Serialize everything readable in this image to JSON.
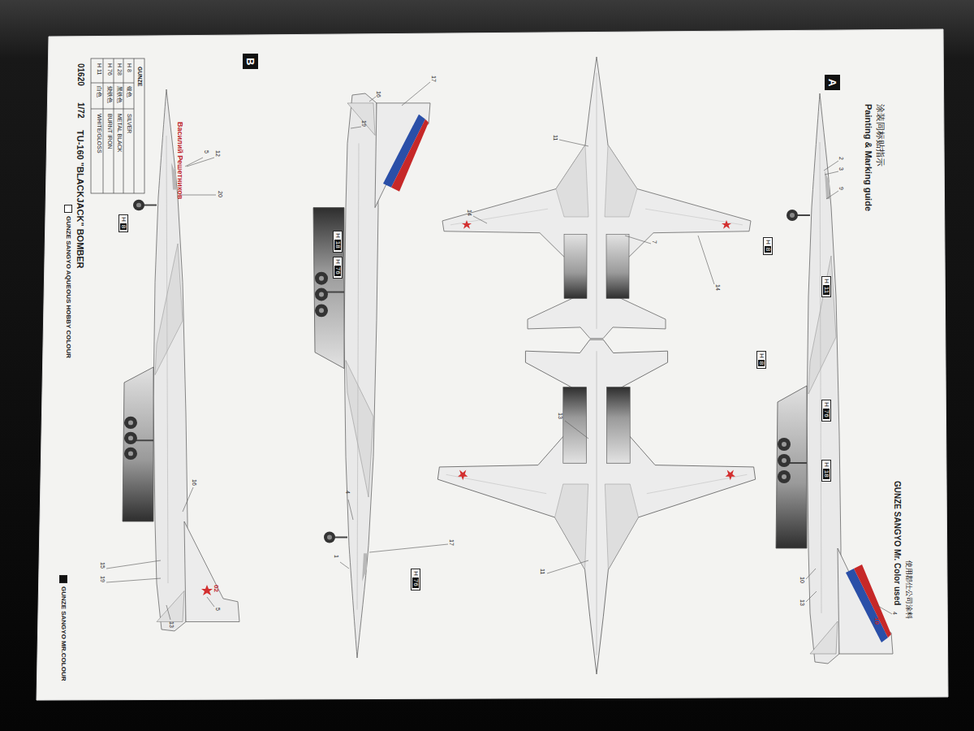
{
  "diagram": {
    "nodes": [
      {
        "text": [
          "A"
        ]
      },
      {
        "text": [
          "B"
        ]
      },
      {
        "text": [
          "H",
          "8"
        ]
      },
      {
        "text": [
          "H",
          "11"
        ]
      },
      {
        "text": [
          "H",
          "8"
        ]
      },
      {
        "text": [
          "H",
          "76"
        ]
      },
      {
        "text": [
          "H",
          "18"
        ]
      },
      {
        "text": [
          "H",
          "8"
        ]
      },
      {
        "text": [
          "H",
          "18"
        ]
      },
      {
        "text": [
          "H",
          "76"
        ]
      },
      {
        "text": [
          "H",
          "76"
        ]
      }
    ],
    "labels": [
      "01620",
      "1/72",
      "TU-160 \"BLACKJACK\" BOMBER",
      "GUNZE",
      "H 8",
      "银色",
      "SILVER",
      "H 28",
      "黑铁色",
      "METAL BLACK",
      "H 76",
      "烧铁色",
      "BURNT IRON",
      "H 11",
      "白色",
      "WHITE/GLOSS",
      "涂装同标贴指示",
      "Painting & Marking guide",
      "使用郡仕公司涂料",
      "GUNZE SANGYO Mr. Color used",
      "Василий Решетников",
      "10",
      "02",
      "12",
      "5",
      "20",
      "16",
      "15",
      "19",
      "13",
      "5",
      "2",
      "3",
      "9",
      "10",
      "13",
      "4",
      "17",
      "16",
      "19",
      "1",
      "4",
      "17",
      "11",
      "7",
      "14",
      "14",
      "13",
      "11"
    ],
    "legend": [
      {
        "text": "GUNZE SANGYO AQUEOUS HOBBY COLOUR"
      },
      {
        "text": "GUNZE SANGYO MR.COLOUR"
      }
    ]
  }
}
